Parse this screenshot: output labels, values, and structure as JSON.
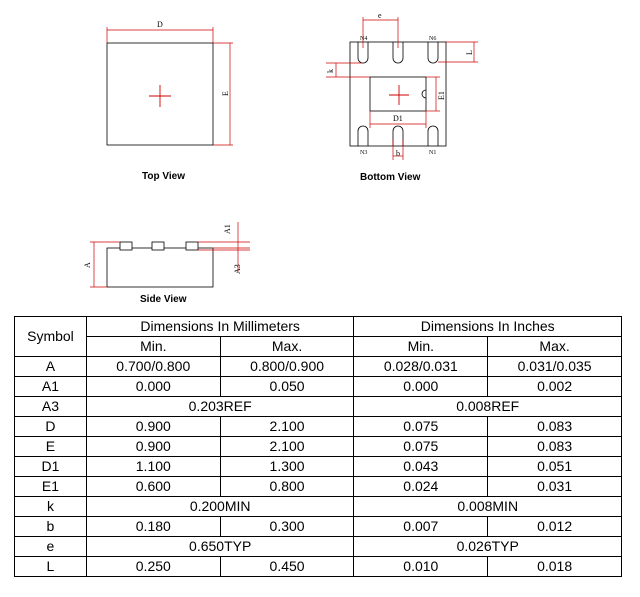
{
  "views": {
    "top": {
      "label": "Top View",
      "dims": {
        "d": "D",
        "e": "E"
      }
    },
    "bottom": {
      "label": "Bottom  View",
      "dims": {
        "e": "e",
        "l": "L",
        "k": "k",
        "e1": "E1",
        "d1": "D1",
        "b": "b"
      },
      "pins": {
        "n4": "N4",
        "n6": "N6",
        "n3": "N3",
        "n1": "N1"
      }
    },
    "side": {
      "label": "Side View",
      "dims": {
        "a": "A",
        "a1": "A1",
        "a3": "A3"
      }
    }
  },
  "table": {
    "symbol_header": "Symbol",
    "mm_header": "Dimensions In Millimeters",
    "in_header": "Dimensions In Inches",
    "min_label": "Min.",
    "max_label": "Max.",
    "rows": [
      {
        "symbol": "A",
        "mm_min": "0.700/0.800",
        "mm_max": "0.800/0.900",
        "in_min": "0.028/0.031",
        "in_max": "0.031/0.035"
      },
      {
        "symbol": "A1",
        "mm_min": "0.000",
        "mm_max": "0.050",
        "in_min": "0.000",
        "in_max": "0.002"
      },
      {
        "symbol": "A3",
        "mm_span": "0.203REF",
        "in_span": "0.008REF"
      },
      {
        "symbol": "D",
        "mm_min": "0.900",
        "mm_max": "2.100",
        "in_min": "0.075",
        "in_max": "0.083"
      },
      {
        "symbol": "E",
        "mm_min": "0.900",
        "mm_max": "2.100",
        "in_min": "0.075",
        "in_max": "0.083"
      },
      {
        "symbol": "D1",
        "mm_min": "1.100",
        "mm_max": "1.300",
        "in_min": "0.043",
        "in_max": "0.051"
      },
      {
        "symbol": "E1",
        "mm_min": "0.600",
        "mm_max": "0.800",
        "in_min": "0.024",
        "in_max": "0.031"
      },
      {
        "symbol": "k",
        "mm_span": "0.200MIN",
        "in_span": "0.008MIN"
      },
      {
        "symbol": "b",
        "mm_min": "0.180",
        "mm_max": "0.300",
        "in_min": "0.007",
        "in_max": "0.012"
      },
      {
        "symbol": "e",
        "mm_span": "0.650TYP",
        "in_span": "0.026TYP"
      },
      {
        "symbol": "L",
        "mm_min": "0.250",
        "mm_max": "0.450",
        "in_min": "0.010",
        "in_max": "0.018"
      }
    ]
  },
  "colors": {
    "dimension_line": "#cc0000",
    "outline": "#000000"
  }
}
